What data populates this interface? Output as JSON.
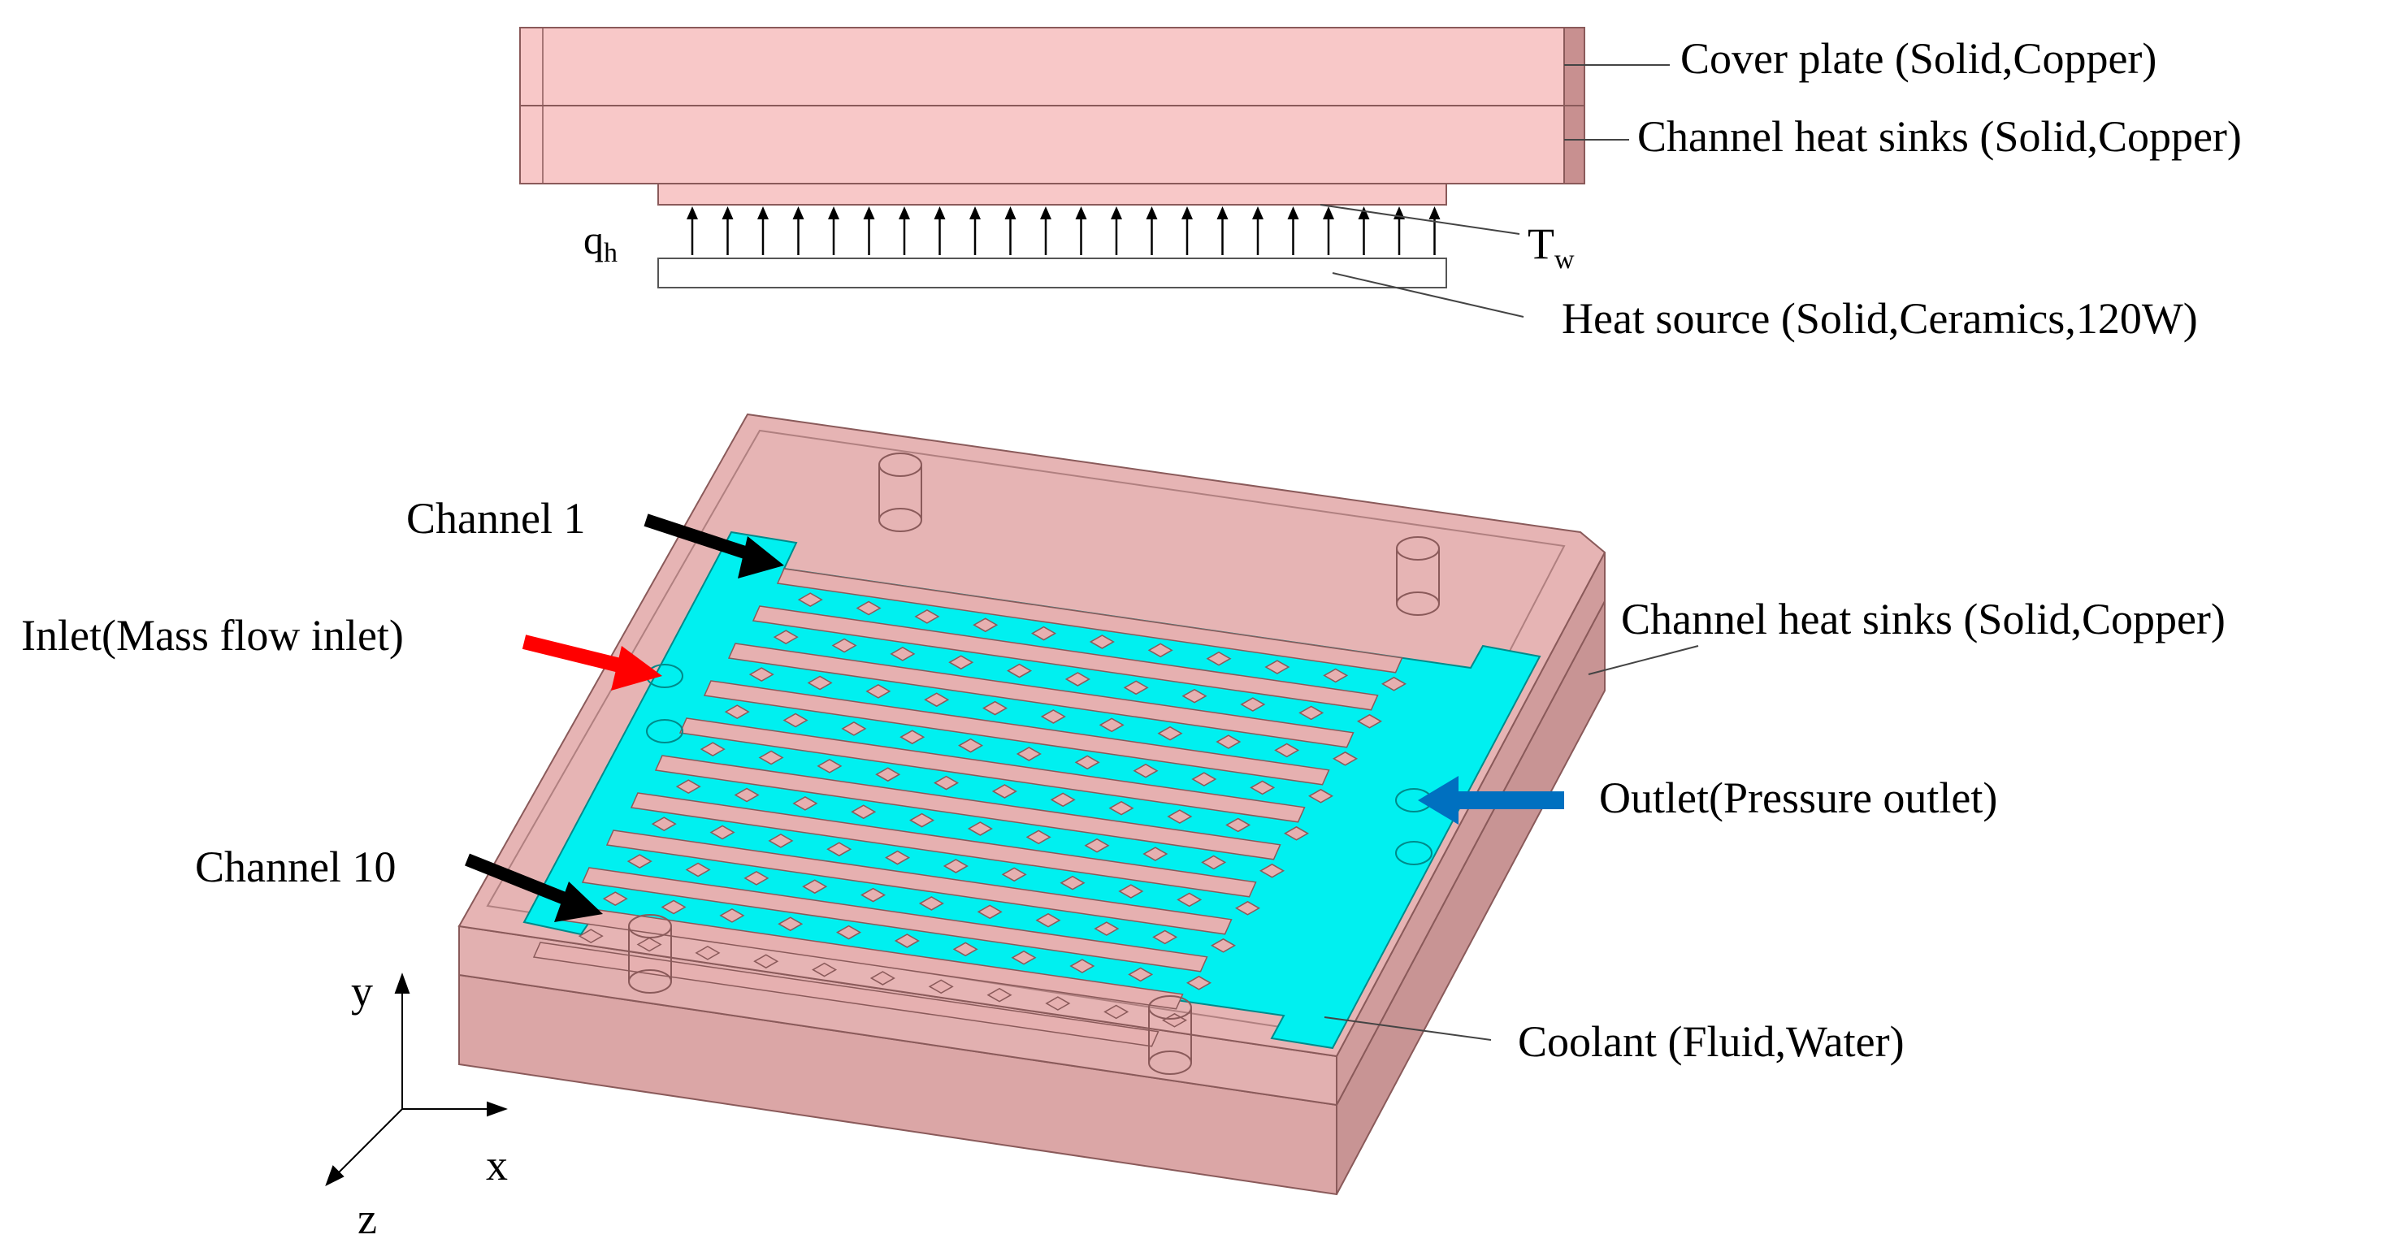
{
  "labels": {
    "cover_plate": "Cover plate (Solid,Copper)",
    "heat_sinks_top": "Channel heat sinks (Solid,Copper)",
    "heat_flux_q": "q",
    "heat_flux_sub": "h",
    "wall_temp_T": "T",
    "wall_temp_sub": "w",
    "heat_source": "Heat source (Solid,Ceramics,120W)",
    "channel_1": "Channel 1",
    "inlet": "Inlet(Mass flow inlet)",
    "heat_sinks_iso": "Channel heat sinks (Solid,Copper)",
    "outlet": "Outlet(Pressure outlet)",
    "channel_10": "Channel 10",
    "coolant": "Coolant (Fluid,Water)",
    "axis_y": "y",
    "axis_x": "x",
    "axis_z": "z"
  },
  "colors": {
    "copper": "#f8c8c8",
    "copper_dark": "#d9a0a0",
    "coolant": "#00f0f0",
    "inlet_arrow": "#ff0000",
    "outlet_arrow": "#0070c0",
    "channel_arrow": "#000000"
  }
}
